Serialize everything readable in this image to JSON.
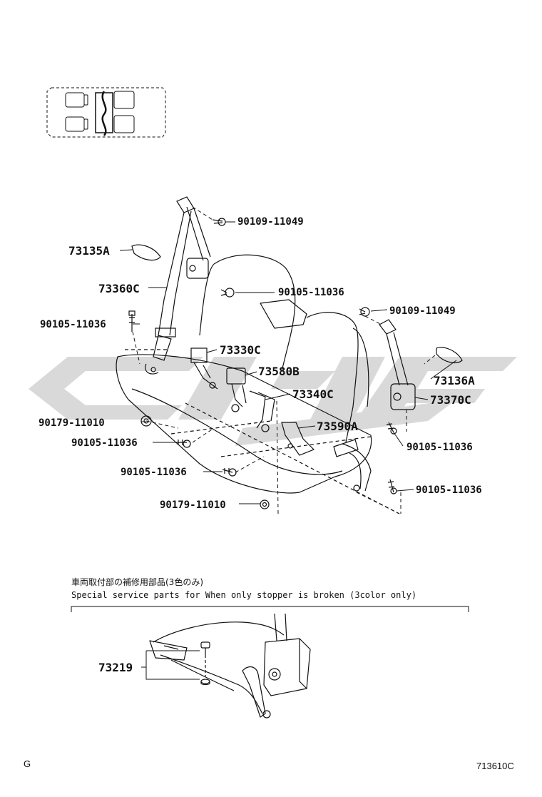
{
  "diagram": {
    "callouts": {
      "c73135A": "73135A",
      "c73360C": "73360C",
      "c73330C": "73330C",
      "c73580B": "73580B",
      "c73340C": "73340C",
      "c73590A": "73590A",
      "c73136A": "73136A",
      "c73370C": "73370C",
      "c73219": "73219"
    },
    "part_numbers": {
      "p1": "90109-11049",
      "p2": "90105-11036",
      "p3": "90105-11036",
      "p4": "90109-11049",
      "p5": "90179-11010",
      "p6": "90105-11036",
      "p7": "90105-11036",
      "p8": "90105-11036",
      "p9": "90179-11010",
      "p10": "90105-11036"
    },
    "note": {
      "japanese": "車両取付部の補修用部品(3色のみ)",
      "english": "Special service parts for When only stopper is broken (3color only)"
    },
    "footer": {
      "left_code": "G",
      "figure_id": "713610C"
    },
    "colors": {
      "line": "#111111",
      "watermark": "#d9d9d9"
    }
  }
}
